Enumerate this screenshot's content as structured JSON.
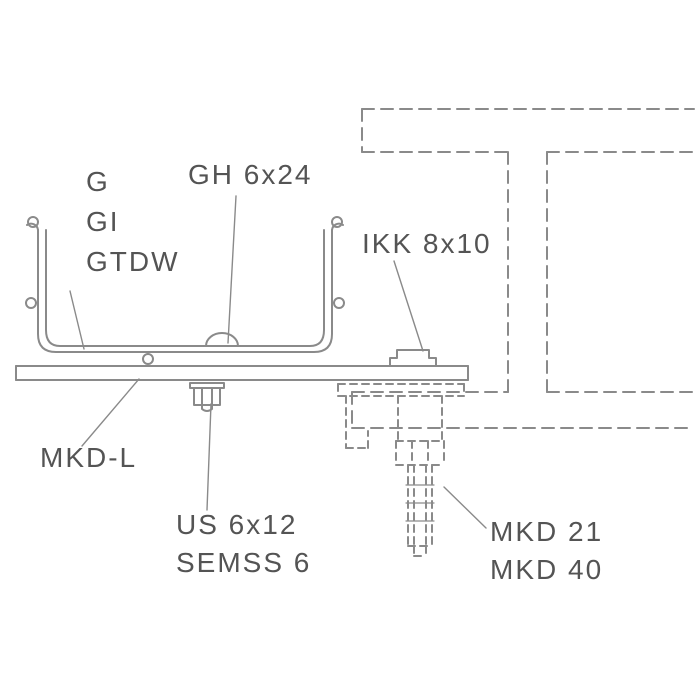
{
  "colors": {
    "background": "#ffffff",
    "line": "#8a8a8a",
    "text": "#545454"
  },
  "labels": {
    "tray_type_1": "G",
    "tray_type_2": "GI",
    "tray_type_3": "GTDW",
    "bolt": "GH 6x24",
    "holder": "IKK 8x10",
    "rail": "MKD-L",
    "screw_1": "US 6x12",
    "screw_2": "SEMSS 6",
    "clamp_1": "MKD 21",
    "clamp_2": "MKD 40"
  }
}
